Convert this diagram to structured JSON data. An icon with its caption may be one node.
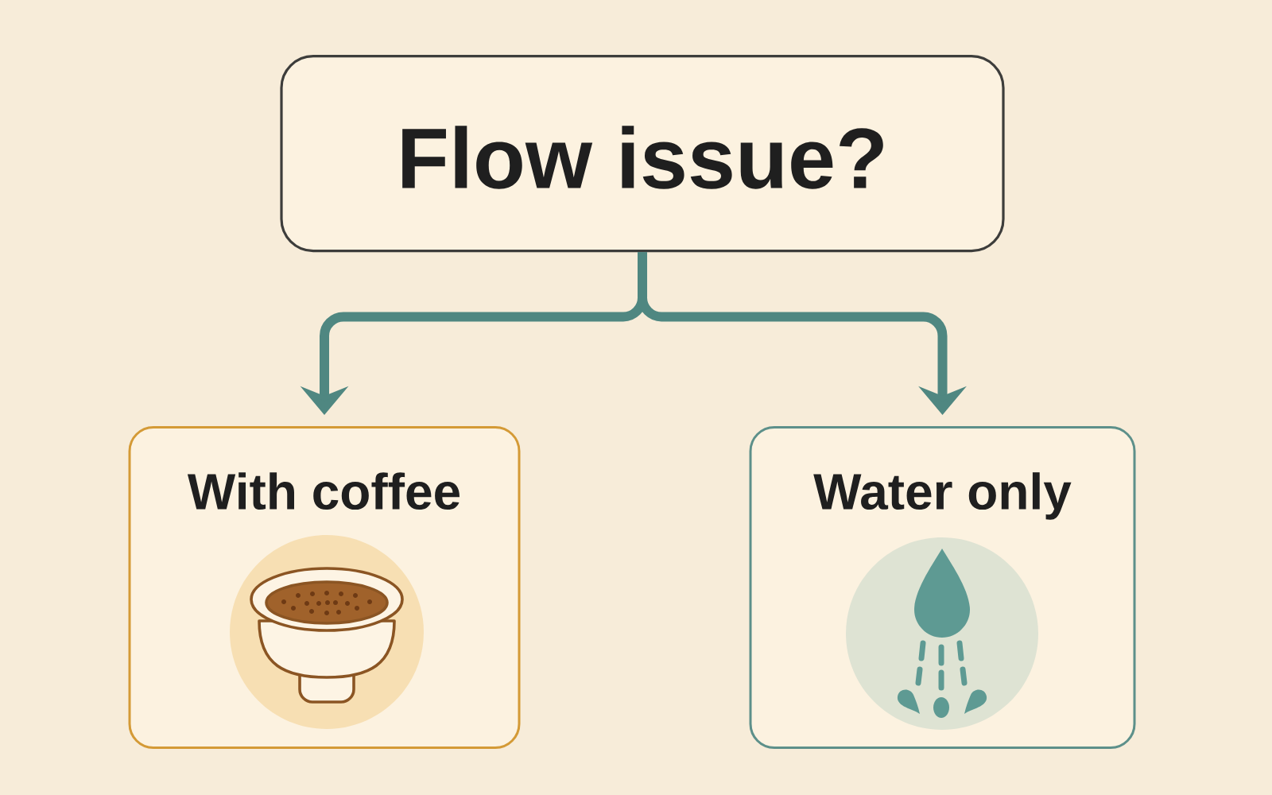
{
  "diagram": {
    "nodes": [
      {
        "text": [
          "Flow issue?"
        ]
      },
      {
        "text": [
          "With coffee"
        ]
      },
      {
        "text": [
          "Water only"
        ]
      }
    ],
    "edges": [
      {
        "from": 0,
        "to": 1,
        "arrow": "to"
      },
      {
        "from": 0,
        "to": 2,
        "arrow": "to"
      }
    ]
  }
}
